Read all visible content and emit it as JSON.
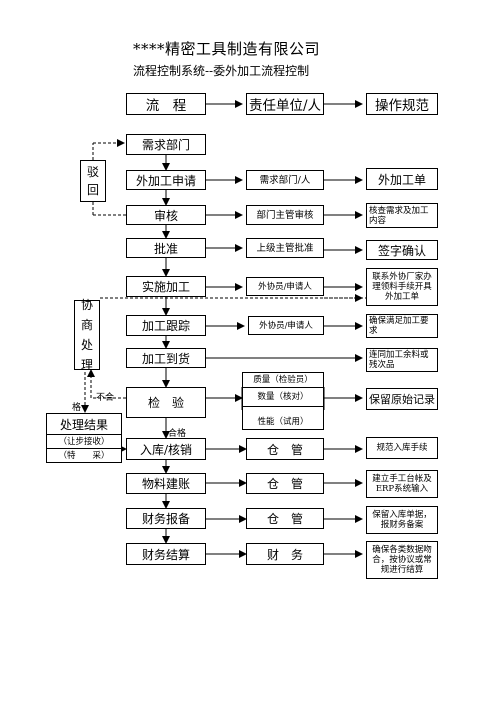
{
  "header": {
    "title": "****精密工具制造有限公司",
    "subtitle": "流程控制系统--委外加工流程控制"
  },
  "columns": {
    "process": "流　程",
    "responsible": "责任单位/人",
    "standard": "操作规范"
  },
  "steps": [
    {
      "id": "demand",
      "process": "需求部门"
    },
    {
      "id": "outsource",
      "process": "外加工申请",
      "responsible": "需求部门/人",
      "standard": "外加工单"
    },
    {
      "id": "review",
      "process": "审核",
      "responsible": "部门主管审核",
      "standard": "核查需求及加工内容"
    },
    {
      "id": "approve",
      "process": "批准",
      "responsible": "上级主管批准",
      "standard": "签字确认"
    },
    {
      "id": "implement",
      "process": "实施加工",
      "responsible": "外协员/申请人",
      "standard": "联系外协厂家办理领料手续开具外加工单"
    },
    {
      "id": "track",
      "process": "加工跟踪",
      "responsible": "外协员/申请人",
      "standard": "确保满足加工要求"
    },
    {
      "id": "arrival",
      "process": "加工到货",
      "standard": "连同加工余料或残次品"
    },
    {
      "id": "inspect",
      "process": "检　验",
      "responsible_lines": [
        "质量（检验员）",
        "数量（核对）",
        "性能（试用）"
      ],
      "standard": "保留原始记录"
    },
    {
      "id": "stock",
      "process": "入库/核销",
      "responsible": "仓　管",
      "standard": "规范入库手续"
    },
    {
      "id": "ledger",
      "process": "物料建账",
      "responsible": "仓　管",
      "standard": "建立手工台帐及ERP系统输入"
    },
    {
      "id": "report",
      "process": "财务报备",
      "responsible": "仓　管",
      "standard": "保留入库单据，报财务备案"
    },
    {
      "id": "settle",
      "process": "财务结算",
      "responsible": "财　务",
      "standard": "确保各类数据吻合，按协议或常规进行结算"
    }
  ],
  "side": {
    "reject": "驳回",
    "negotiate": "协商处理",
    "result_title": "处理结果",
    "result_line1": "（让步接收）",
    "result_line2": "（特　　采）"
  },
  "labels": {
    "fail": "不合",
    "fail2": "格",
    "pass": "合格"
  }
}
